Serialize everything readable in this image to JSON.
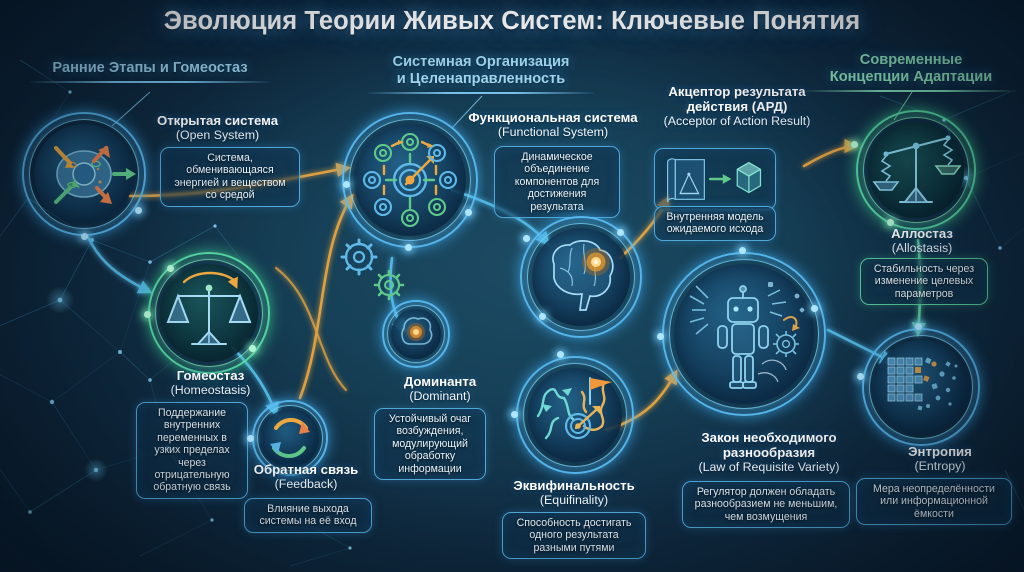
{
  "title": "Эволюция Теории Живых Систем: Ключевые Понятия",
  "colors": {
    "background_deep": "#0a1c2e",
    "background_mid": "#164158",
    "accent_blue": "#4fa8d8",
    "accent_cyan": "#7fd4f5",
    "accent_green": "#57c79a",
    "accent_orange": "#e8a23c",
    "text_primary": "#ffffff",
    "heading_blue": "#9ed4f0",
    "heading_green": "#8fe3bd"
  },
  "sections": [
    {
      "id": "early",
      "line1": "Ранние Этапы и Гомеостаз",
      "line2": "",
      "color": "blue"
    },
    {
      "id": "system",
      "line1": "Системная Организация",
      "line2": "и Целенаправленность",
      "color": "blue"
    },
    {
      "id": "modern",
      "line1": "Современные",
      "line2": "Концепции Адаптации",
      "color": "green"
    }
  ],
  "concepts": [
    {
      "id": "open-system",
      "ru": "Открытая система",
      "en": "(Open System)",
      "desc": "Система, обменивающаяся энергией и веществом со средой",
      "icon": "cell-exchange-icon",
      "accent": "blue"
    },
    {
      "id": "homeostasis",
      "ru": "Гомеостаз",
      "en": "(Homeostasis)",
      "desc": "Поддержание внутренних переменных в узких пределах через отрицательную обратную связь",
      "icon": "balance-scale-icon",
      "accent": "green"
    },
    {
      "id": "feedback",
      "ru": "Обратная связь",
      "en": "(Feedback)",
      "desc": "Влияние выхода системы на её вход",
      "icon": "circular-arrows-icon",
      "accent": "blue"
    },
    {
      "id": "functional-system",
      "ru": "Функциональная система",
      "en": "(Functional System)",
      "desc": "Динамическое объединение компонентов для достижения результата",
      "icon": "gears-target-icon",
      "accent": "blue"
    },
    {
      "id": "dominant",
      "ru": "Доминанта",
      "en": "(Dominant)",
      "desc": "Устойчивый очаг возбуждения, модулирующий обработку информации",
      "icon": "brain-focus-icon",
      "accent": "blue"
    },
    {
      "id": "acceptor-of-action-result",
      "ru": "Акцептор результата действия (АРД)",
      "en": "(Acceptor of Action Result)",
      "desc": "Внутренняя модель ожидаемого исхода",
      "icon": "blueprint-cube-icon",
      "accent": "blue"
    },
    {
      "id": "equifinality",
      "ru": "Эквифинальность",
      "en": "(Equifinality)",
      "desc": "Способность достигать одного результата разными путями",
      "icon": "multiple-paths-target-icon",
      "accent": "blue"
    },
    {
      "id": "law-of-requisite-variety",
      "ru": "Закон необходимого разнообразия",
      "en": "(Law of Requisite Variety)",
      "desc": "Регулятор должен обладать разнообразием не меньшим, чем возмущения",
      "icon": "robot-variety-icon",
      "accent": "blue"
    },
    {
      "id": "allostasis",
      "ru": "Аллостаз",
      "en": "(Allostasis)",
      "desc": "Стабильность через изменение целевых параметров",
      "icon": "tilted-scale-icon",
      "accent": "green"
    },
    {
      "id": "entropy",
      "ru": "Энтропия",
      "en": "(Entropy)",
      "desc": "Мера неопределённости или информационной ёмкости",
      "icon": "entropy-dispersion-icon",
      "accent": "blue"
    }
  ]
}
